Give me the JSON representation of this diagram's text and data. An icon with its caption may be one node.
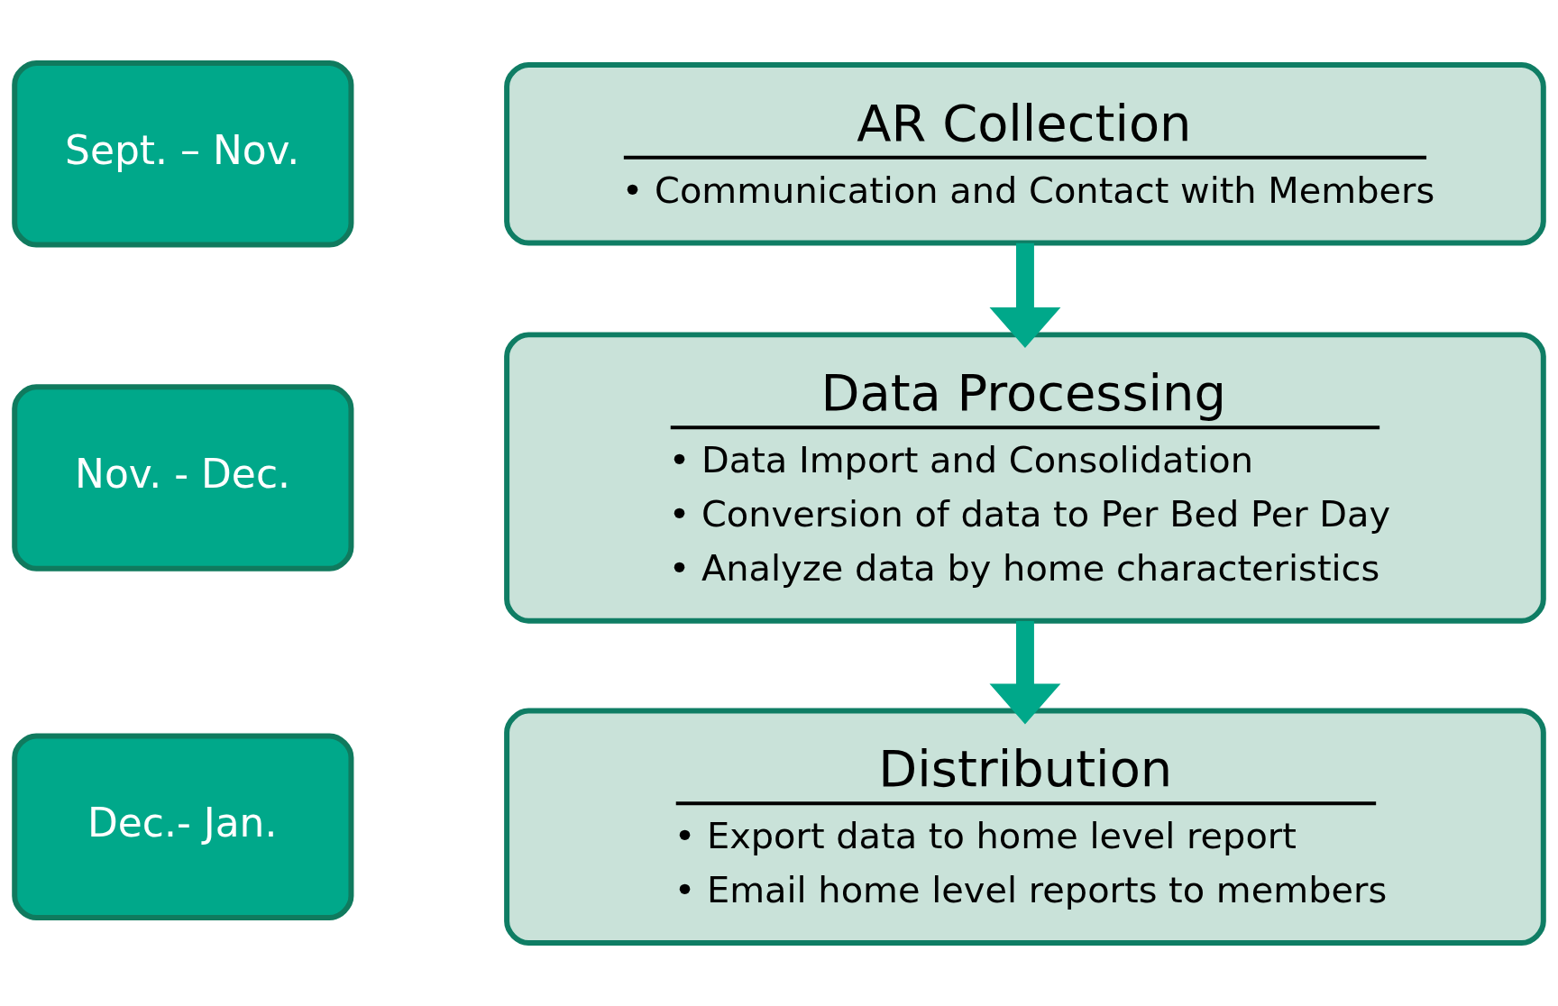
{
  "diagram": {
    "nodes": [
      {
        "text": [
          "Sept. – Nov."
        ]
      },
      {
        "text": [
          "AR Collection",
          "• Communication and Contact with Members"
        ]
      },
      {
        "text": [
          "Nov. - Dec."
        ]
      },
      {
        "text": [
          "Data Processing",
          "• Data Import and Consolidation",
          "• Conversion of data to Per Bed Per Day",
          "• Analyze data by home characteristics"
        ]
      },
      {
        "text": [
          "Dec.- Jan."
        ]
      },
      {
        "text": [
          "Distribution",
          "• Export data to home level report",
          "• Email home level reports to members"
        ]
      }
    ],
    "edges": [
      {
        "from": 1,
        "to": 3,
        "arrow": "to"
      },
      {
        "from": 3,
        "to": 5,
        "arrow": "to"
      }
    ]
  }
}
